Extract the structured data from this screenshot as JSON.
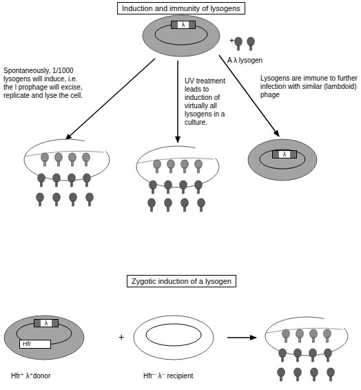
{
  "diagram": {
    "nodes": [
      {
        "text": [
          "Induction and immunity of lysogens"
        ]
      },
      {
        "text": [
          "λ"
        ]
      },
      {
        "text": [
          "λ"
        ]
      },
      {
        "text": [
          "Zygotic induction of a lysogen"
        ]
      },
      {
        "text": [
          "λ"
        ]
      },
      {
        "text": [
          "Hfr"
        ]
      }
    ],
    "labels": [
      "A λ lysogen",
      "Spontaneously, 1/1000 lysogens will induce, i.e. the l prophage will excise, replicate and lyse the cell.",
      "UV treatment leads to induction of virtually all lysogens in a culture.",
      "+",
      "Lysogens are immune to further infection with similar (lambdoid) phage",
      "+",
      "Hfr⁺ λ⁺donor",
      "Hfr⁻ λ⁻ recipient"
    ]
  }
}
